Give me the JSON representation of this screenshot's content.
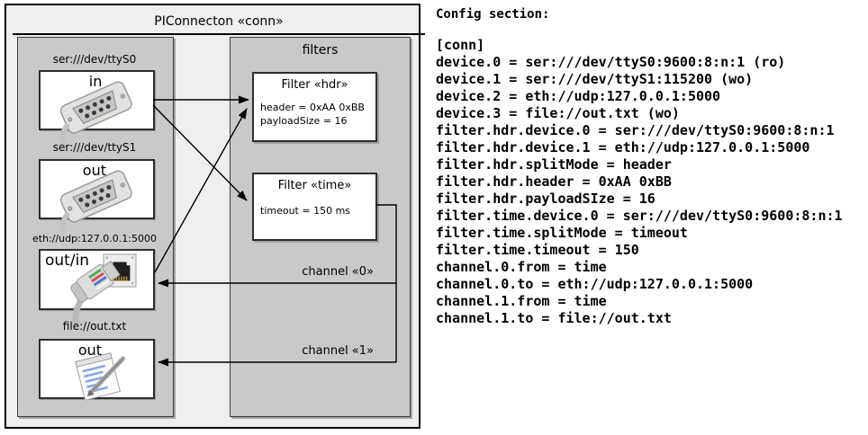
{
  "diagram": {
    "title": "PIConnecton «conn»",
    "devices_panel": {
      "devices": [
        {
          "label": "ser:///dev/ttyS0",
          "name": "in",
          "icon": "serial-connector-icon"
        },
        {
          "label": "ser:///dev/ttyS1",
          "name": "out",
          "icon": "serial-connector-icon"
        },
        {
          "label": "eth://udp:127.0.0.1:5000",
          "name": "out/in",
          "icon": "ethernet-connector-icon"
        },
        {
          "label": "file://out.txt",
          "name": "out",
          "icon": "notepad-icon"
        }
      ]
    },
    "filters_panel": {
      "title": "filters",
      "filters": [
        {
          "title": "Filter «hdr»",
          "properties": [
            "header = 0xAA 0xBB",
            "payloadSize = 16"
          ]
        },
        {
          "title": "Filter «time»",
          "properties": [
            "timeout = 150 ms"
          ]
        }
      ]
    },
    "channels": [
      {
        "label": "channel «0»"
      },
      {
        "label": "channel «1»"
      }
    ]
  },
  "config": {
    "heading": "Config section:",
    "lines": [
      "[conn]",
      "device.0 = ser:///dev/ttyS0:9600:8:n:1 (ro)",
      "device.1 = ser:///dev/ttyS1:115200 (wo)",
      "device.2 = eth://udp:127.0.0.1:5000",
      "device.3 = file://out.txt (wo)",
      "filter.hdr.device.0 = ser:///dev/ttyS0:9600:8:n:1",
      "filter.hdr.device.1 = eth://udp:127.0.0.1:5000",
      "filter.hdr.splitMode = header",
      "filter.hdr.header = 0xAA 0xBB",
      "filter.hdr.payloadSIze = 16",
      "filter.time.device.0 = ser:///dev/ttyS0:9600:8:n:1",
      "filter.time.splitMode = timeout",
      "filter.time.timeout = 150",
      "channel.0.from = time",
      "channel.0.to = eth://udp:127.0.0.1:5000",
      "channel.1.from = time",
      "channel.1.to = file://out.txt"
    ]
  },
  "colors": {
    "frame_bg": "#efefef",
    "panel_bg": "#c9c9c9",
    "box_bg": "#ffffff",
    "border": "#000000",
    "line": "#000000"
  }
}
